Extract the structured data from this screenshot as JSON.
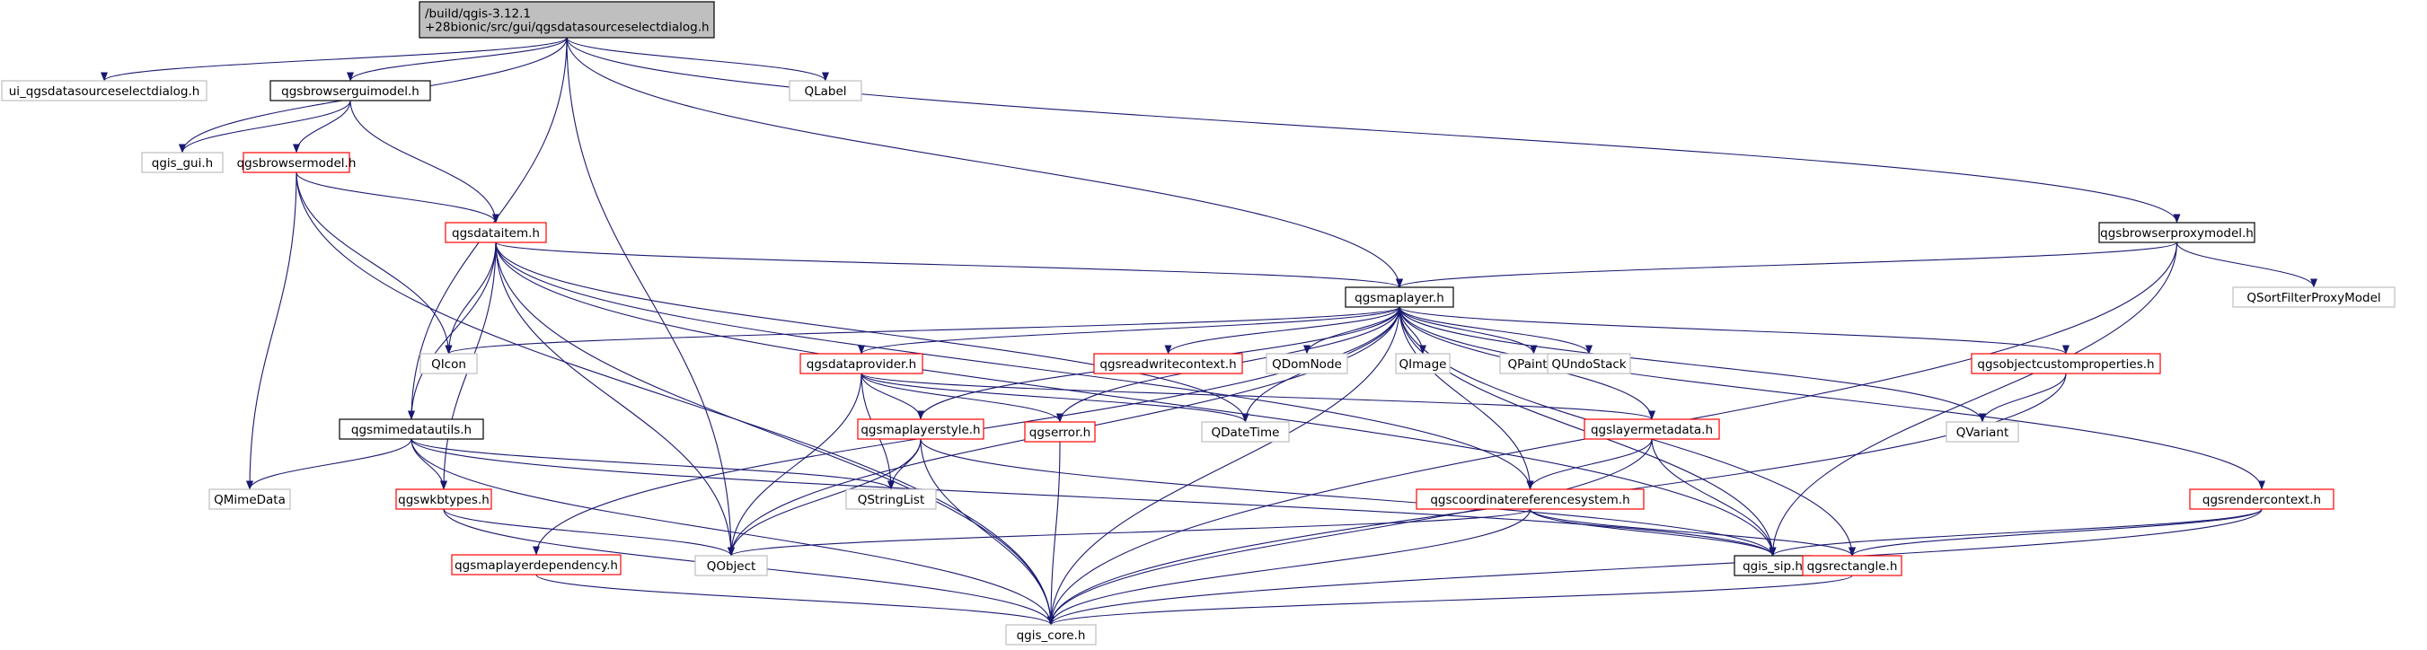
{
  "style": {
    "edge_color": "#191970",
    "root_fill": "#bfbfbf",
    "box_default": "#000000",
    "box_incomplete": "#ff0000",
    "box_external": "#bfbfbf"
  },
  "nodes": [
    {
      "id": "root",
      "label": [
        "/build/qgis-3.12.1",
        "+28bionic/src/gui/qgsdatasourceselectdialog.h"
      ],
      "kind": "root"
    },
    {
      "id": "ui",
      "label": [
        "ui_qgsdatasourceselectdialog.h"
      ],
      "kind": "external"
    },
    {
      "id": "bgm",
      "label": [
        "qgsbrowserguimodel.h"
      ],
      "kind": "default"
    },
    {
      "id": "qlabel",
      "label": [
        "QLabel"
      ],
      "kind": "external"
    },
    {
      "id": "gui",
      "label": [
        "qgis_gui.h"
      ],
      "kind": "external"
    },
    {
      "id": "bm",
      "label": [
        "qgsbrowsermodel.h"
      ],
      "kind": "incomplete"
    },
    {
      "id": "di",
      "label": [
        "qgsdataitem.h"
      ],
      "kind": "incomplete"
    },
    {
      "id": "bpm",
      "label": [
        "qgsbrowserproxymodel.h"
      ],
      "kind": "default"
    },
    {
      "id": "ml",
      "label": [
        "qgsmaplayer.h"
      ],
      "kind": "default"
    },
    {
      "id": "sfpm",
      "label": [
        "QSortFilterProxyModel"
      ],
      "kind": "external"
    },
    {
      "id": "qicon",
      "label": [
        "QIcon"
      ],
      "kind": "external"
    },
    {
      "id": "dp",
      "label": [
        "qgsdataprovider.h"
      ],
      "kind": "incomplete"
    },
    {
      "id": "rwc",
      "label": [
        "qgsreadwritecontext.h"
      ],
      "kind": "incomplete"
    },
    {
      "id": "qdom",
      "label": [
        "QDomNode"
      ],
      "kind": "external"
    },
    {
      "id": "qimage",
      "label": [
        "QImage"
      ],
      "kind": "external"
    },
    {
      "id": "qpainter",
      "label": [
        "QPainter"
      ],
      "kind": "external"
    },
    {
      "id": "qundo",
      "label": [
        "QUndoStack"
      ],
      "kind": "external"
    },
    {
      "id": "ocp",
      "label": [
        "qgsobjectcustomproperties.h"
      ],
      "kind": "incomplete"
    },
    {
      "id": "qvariant",
      "label": [
        "QVariant"
      ],
      "kind": "external"
    },
    {
      "id": "mdu",
      "label": [
        "qgsmimedatautils.h"
      ],
      "kind": "default"
    },
    {
      "id": "mls",
      "label": [
        "qgsmaplayerstyle.h"
      ],
      "kind": "incomplete"
    },
    {
      "id": "err",
      "label": [
        "qgserror.h"
      ],
      "kind": "incomplete"
    },
    {
      "id": "qdt",
      "label": [
        "QDateTime"
      ],
      "kind": "external"
    },
    {
      "id": "lmd",
      "label": [
        "qgslayermetadata.h"
      ],
      "kind": "incomplete"
    },
    {
      "id": "qmime",
      "label": [
        "QMimeData"
      ],
      "kind": "external"
    },
    {
      "id": "wkb",
      "label": [
        "qgswkbtypes.h"
      ],
      "kind": "incomplete"
    },
    {
      "id": "qsl",
      "label": [
        "QStringList"
      ],
      "kind": "external"
    },
    {
      "id": "crs",
      "label": [
        "qgscoordinatereferencesystem.h"
      ],
      "kind": "incomplete"
    },
    {
      "id": "rc",
      "label": [
        "qgsrendercontext.h"
      ],
      "kind": "incomplete"
    },
    {
      "id": "mld",
      "label": [
        "qgsmaplayerdependency.h"
      ],
      "kind": "incomplete"
    },
    {
      "id": "qobj",
      "label": [
        "QObject"
      ],
      "kind": "external"
    },
    {
      "id": "sip",
      "label": [
        "qgis_sip.h"
      ],
      "kind": "default"
    },
    {
      "id": "rect",
      "label": [
        "qgsrectangle.h"
      ],
      "kind": "incomplete"
    },
    {
      "id": "core",
      "label": [
        "qgis_core.h"
      ],
      "kind": "external"
    }
  ],
  "edges": [
    [
      "root",
      "ui"
    ],
    [
      "root",
      "bgm"
    ],
    [
      "root",
      "gui"
    ],
    [
      "root",
      "qlabel"
    ],
    [
      "root",
      "bpm"
    ],
    [
      "root",
      "ml"
    ],
    [
      "root",
      "mdu"
    ],
    [
      "root",
      "qobj"
    ],
    [
      "bgm",
      "gui"
    ],
    [
      "bgm",
      "bm"
    ],
    [
      "bgm",
      "di"
    ],
    [
      "bm",
      "di"
    ],
    [
      "bm",
      "qicon"
    ],
    [
      "bm",
      "qmime"
    ],
    [
      "bm",
      "core"
    ],
    [
      "di",
      "ml"
    ],
    [
      "di",
      "qicon"
    ],
    [
      "di",
      "mdu"
    ],
    [
      "di",
      "wkb"
    ],
    [
      "di",
      "qobj"
    ],
    [
      "di",
      "core"
    ],
    [
      "di",
      "qdt"
    ],
    [
      "di",
      "crs"
    ],
    [
      "di",
      "sip"
    ],
    [
      "bpm",
      "ml"
    ],
    [
      "bpm",
      "sfpm"
    ],
    [
      "bpm",
      "sip"
    ],
    [
      "bpm",
      "core"
    ],
    [
      "ml",
      "qicon"
    ],
    [
      "ml",
      "dp"
    ],
    [
      "ml",
      "rwc"
    ],
    [
      "ml",
      "qdom"
    ],
    [
      "ml",
      "qimage"
    ],
    [
      "ml",
      "qpainter"
    ],
    [
      "ml",
      "qundo"
    ],
    [
      "ml",
      "ocp"
    ],
    [
      "ml",
      "qvariant"
    ],
    [
      "ml",
      "mld"
    ],
    [
      "ml",
      "mls"
    ],
    [
      "ml",
      "err"
    ],
    [
      "ml",
      "qdt"
    ],
    [
      "ml",
      "lmd"
    ],
    [
      "ml",
      "crs"
    ],
    [
      "ml",
      "rc"
    ],
    [
      "ml",
      "qobj"
    ],
    [
      "ml",
      "sip"
    ],
    [
      "ml",
      "rect"
    ],
    [
      "ml",
      "core"
    ],
    [
      "dp",
      "mls"
    ],
    [
      "dp",
      "err"
    ],
    [
      "dp",
      "qdt"
    ],
    [
      "dp",
      "lmd"
    ],
    [
      "dp",
      "qsl"
    ],
    [
      "dp",
      "qobj"
    ],
    [
      "ocp",
      "qvariant"
    ],
    [
      "ocp",
      "core"
    ],
    [
      "mdu",
      "qmime"
    ],
    [
      "mdu",
      "wkb"
    ],
    [
      "mdu",
      "qsl"
    ],
    [
      "mdu",
      "sip"
    ],
    [
      "mdu",
      "core"
    ],
    [
      "mls",
      "qsl"
    ],
    [
      "mls",
      "qobj"
    ],
    [
      "mls",
      "core"
    ],
    [
      "mls",
      "sip"
    ],
    [
      "err",
      "core"
    ],
    [
      "lmd",
      "crs"
    ],
    [
      "lmd",
      "sip"
    ],
    [
      "lmd",
      "core"
    ],
    [
      "wkb",
      "qobj"
    ],
    [
      "wkb",
      "core"
    ],
    [
      "crs",
      "qobj"
    ],
    [
      "crs",
      "sip"
    ],
    [
      "crs",
      "rect"
    ],
    [
      "crs",
      "core"
    ],
    [
      "rc",
      "sip"
    ],
    [
      "rc",
      "rect"
    ],
    [
      "rc",
      "core"
    ],
    [
      "mld",
      "core"
    ],
    [
      "rect",
      "core"
    ]
  ]
}
